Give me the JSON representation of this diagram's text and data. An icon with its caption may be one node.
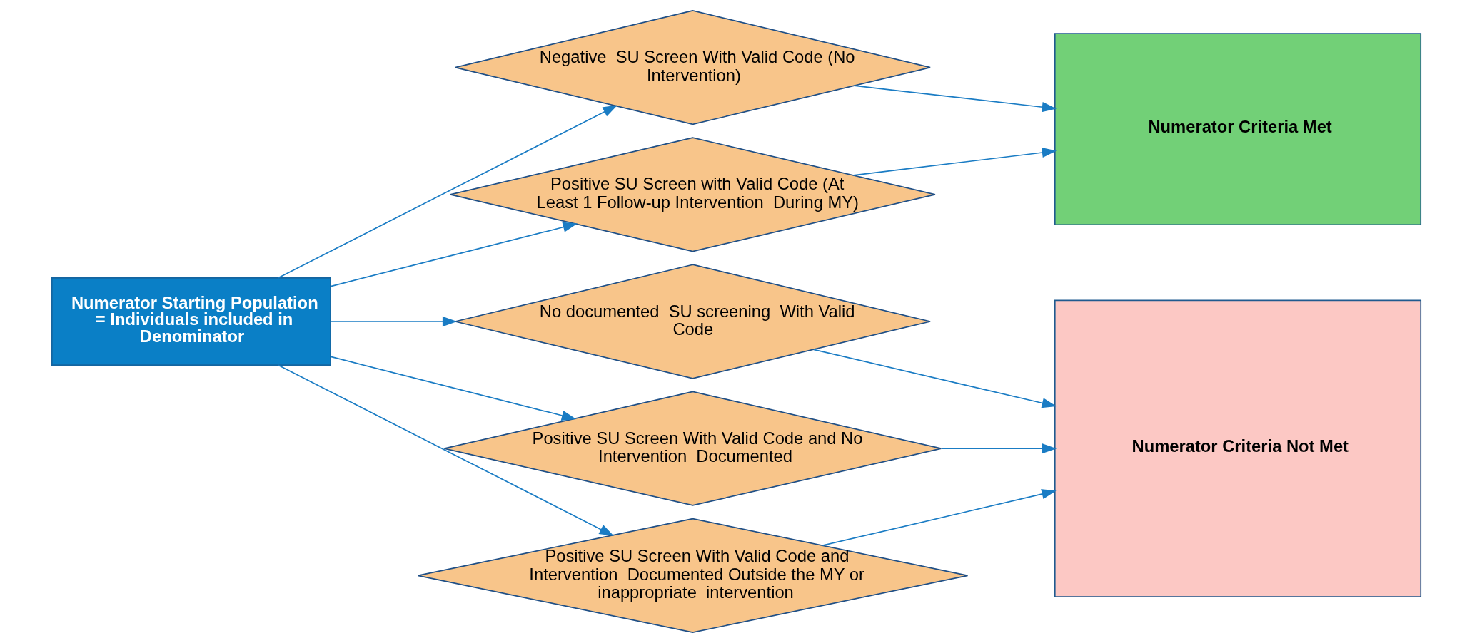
{
  "diagram": {
    "nodes": [
      {
        "text": [
          "Numerator Starting Population = Individuals included in Denominator"
        ]
      },
      {
        "text": [
          "Negative  SU Screen With Valid Code (No Intervention)"
        ]
      },
      {
        "text": [
          "Positive SU Screen with Valid Code (At Least 1 Follow-up Intervention  During MY)"
        ]
      },
      {
        "text": [
          "No documented  SU screening  With Valid Code"
        ]
      },
      {
        "text": [
          "Positive SU Screen With Valid Code and No Intervention  Documented"
        ]
      },
      {
        "text": [
          "Positive SU Screen With Valid Code and Intervention  Documented Outside the MY or inappropriate  intervention"
        ]
      },
      {
        "text": [
          "Numerator Criteria Met"
        ]
      },
      {
        "text": [
          "Numerator Criteria Not Met"
        ]
      }
    ],
    "edges": [
      {
        "from": 0,
        "to": 1,
        "arrow": "to"
      },
      {
        "from": 0,
        "to": 2,
        "arrow": "to"
      },
      {
        "from": 0,
        "to": 3,
        "arrow": "to"
      },
      {
        "from": 0,
        "to": 4,
        "arrow": "to"
      },
      {
        "from": 0,
        "to": 5,
        "arrow": "to"
      },
      {
        "from": 1,
        "to": 6,
        "arrow": "to"
      },
      {
        "from": 2,
        "to": 6,
        "arrow": "to"
      },
      {
        "from": 3,
        "to": 7,
        "arrow": "to"
      },
      {
        "from": 4,
        "to": 7,
        "arrow": "to"
      },
      {
        "from": 5,
        "to": 7,
        "arrow": "to"
      }
    ]
  }
}
